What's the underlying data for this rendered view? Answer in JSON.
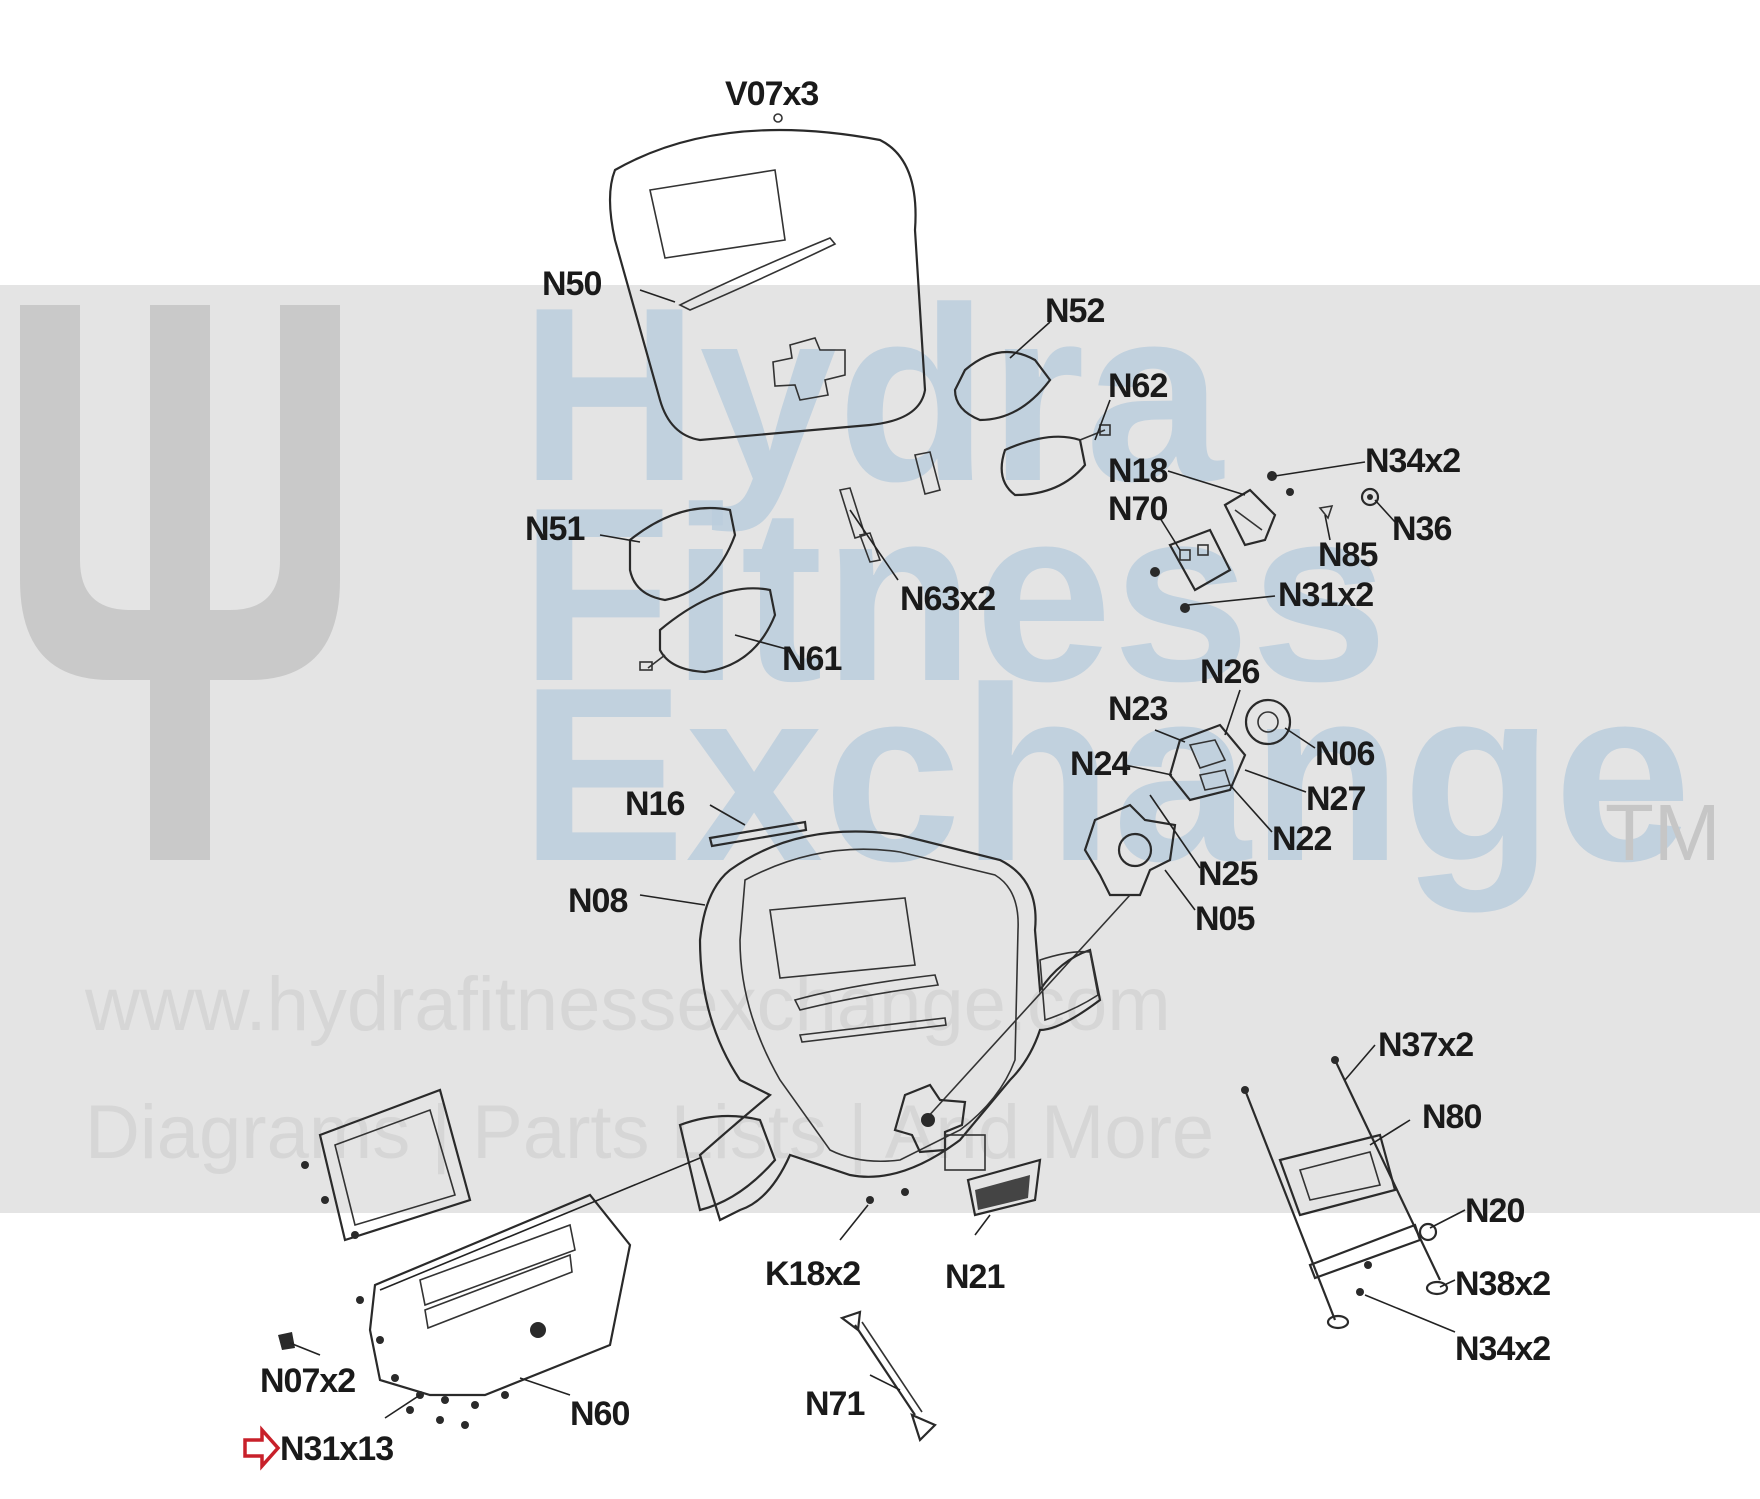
{
  "watermark": {
    "line1": "Hydra",
    "line2": "Fitness",
    "line3": "Exchange",
    "tm": "TM",
    "url": "www.hydrafitnessexchange.com",
    "tagline": "Diagrams | Parts Lists | And More"
  },
  "labels": {
    "V07": "V07x3",
    "N50": "N50",
    "N52": "N52",
    "N62": "N62",
    "N18": "N18",
    "N34a": "N34x2",
    "N70": "N70",
    "N36": "N36",
    "N85": "N85",
    "N51": "N51",
    "N63": "N63x2",
    "N31a": "N31x2",
    "N61": "N61",
    "N26": "N26",
    "N23": "N23",
    "N06": "N06",
    "N24": "N24",
    "N27": "N27",
    "N16": "N16",
    "N22": "N22",
    "N25": "N25",
    "N08": "N08",
    "N05": "N05",
    "N37": "N37x2",
    "N80": "N80",
    "N20": "N20",
    "K18": "K18x2",
    "N21": "N21",
    "N38": "N38x2",
    "N34b": "N34x2",
    "N07": "N07x2",
    "N60": "N60",
    "N71": "N71",
    "N31b": "N31x13"
  },
  "colors": {
    "highlight_arrow": "#c8202a",
    "watermark_blue": "#bccedd",
    "watermark_band": "#e4e4e4"
  }
}
